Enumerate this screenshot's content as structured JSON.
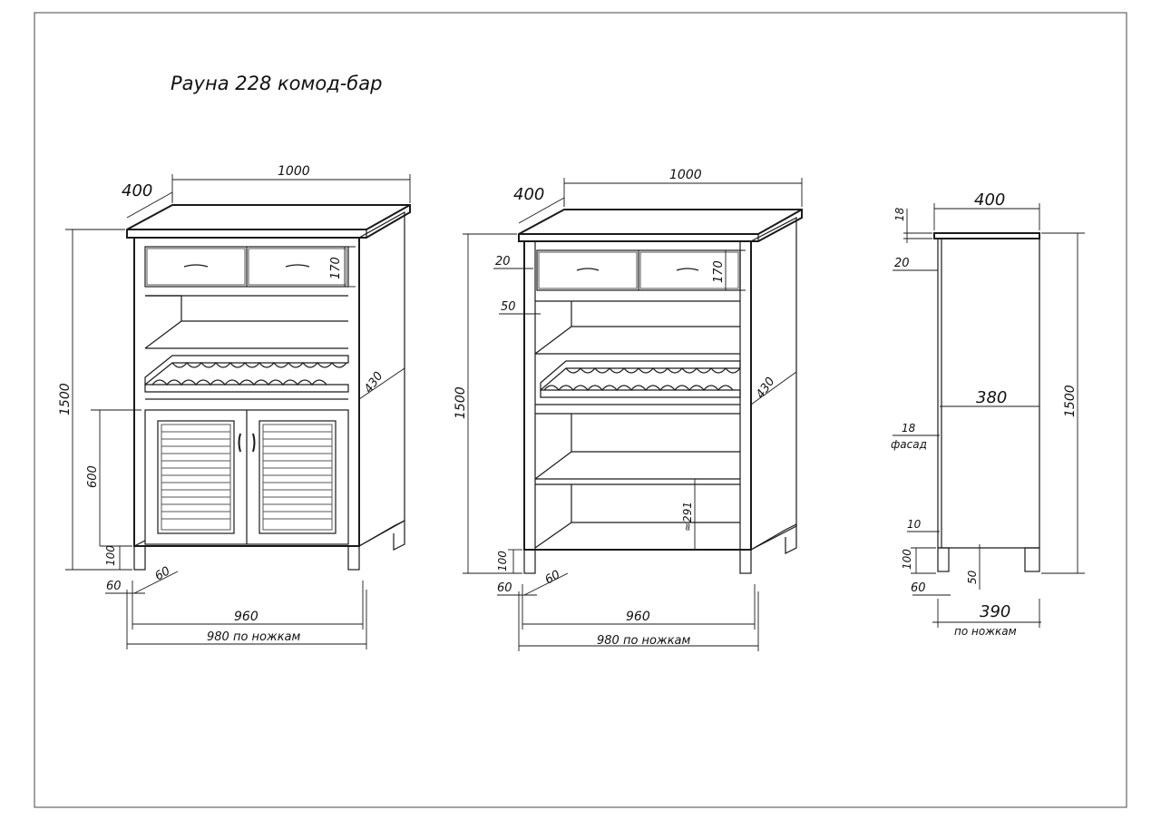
{
  "title": "Рауна 228 комод-бар",
  "front_view": {
    "dims": {
      "depth": "400",
      "width": "1000",
      "height": "1500",
      "drawer_height": "170",
      "shelf_depth": "430",
      "door_height": "600",
      "leg_height": "100",
      "leg_offset": "60",
      "leg_depth": "60",
      "inner_width": "960",
      "feet_width": "980 по ножкам"
    }
  },
  "open_view": {
    "dims": {
      "depth": "400",
      "width": "1000",
      "height": "1500",
      "top_gap": "20",
      "shelf_gap": "50",
      "drawer_height": "170",
      "shelf_depth": "430",
      "bottom_section": "≈291",
      "leg_height": "100",
      "leg_offset": "60",
      "leg_depth": "60",
      "inner_width": "960",
      "feet_width": "980 по ножкам"
    }
  },
  "side_view": {
    "dims": {
      "top_thickness": "18",
      "depth": "400",
      "back_gap": "20",
      "inner_depth": "380",
      "facade_thickness": "18",
      "facade_label": "фасад",
      "bottom_gap": "10",
      "height": "1500",
      "leg_height": "100",
      "leg_offset": "60",
      "leg_width": "50",
      "feet_depth": "390",
      "feet_label": "по ножкам"
    }
  }
}
